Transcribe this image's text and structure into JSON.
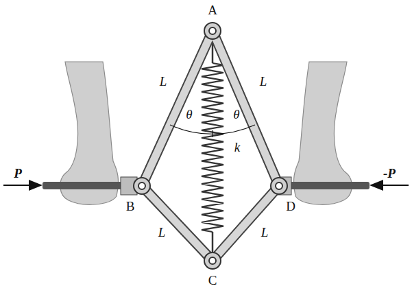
{
  "diagram": {
    "labels": [
      "A",
      "B",
      "C",
      "D",
      "L",
      "L",
      "L",
      "L",
      "θ",
      "θ",
      "k",
      "P",
      "-P"
    ]
  }
}
